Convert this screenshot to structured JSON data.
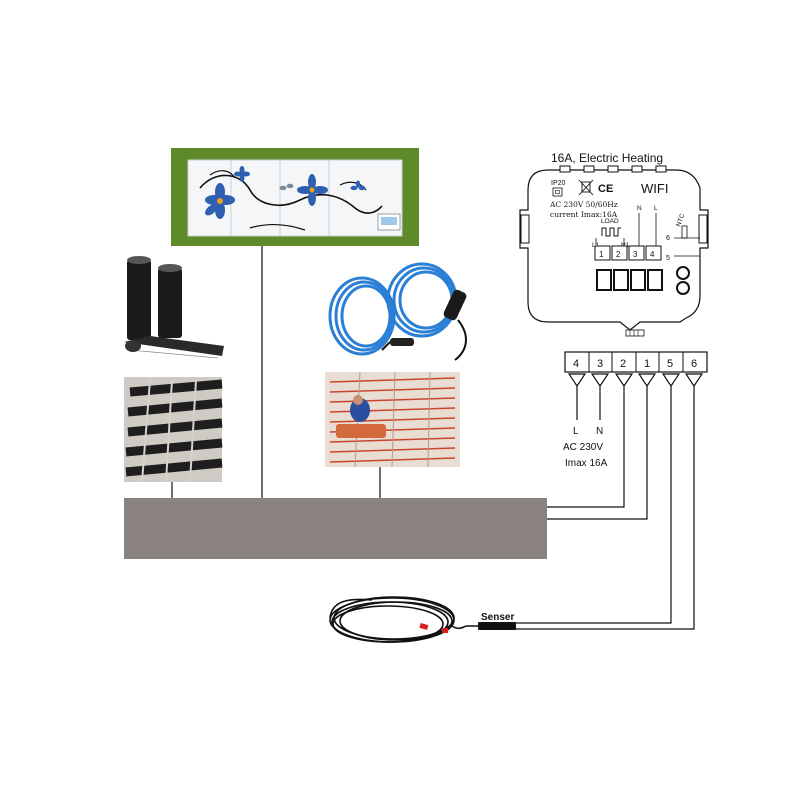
{
  "thermostat": {
    "title": "16A, Electric Heating",
    "ip_rating": "IP20",
    "wifi": "WIFI",
    "ce_mark": "CE",
    "spec_voltage": "AC 230V 50/60Hz",
    "spec_current": "current Imax:16A",
    "load_label": "LOAD",
    "l1": "L1",
    "n1": "N1",
    "n": "N",
    "l": "L",
    "ntc": "NTC",
    "right_6": "6",
    "right_5": "5",
    "internal_terminals": [
      "1",
      "2",
      "3",
      "4"
    ]
  },
  "terminal_block": {
    "labels": [
      "4",
      "3",
      "2",
      "1",
      "5",
      "6"
    ]
  },
  "power": {
    "l_label": "L",
    "n_label": "N",
    "voltage": "AC 230V",
    "current": "Imax 16A"
  },
  "sensor": {
    "label": "Senser"
  },
  "colors": {
    "panel_frame": "#5e8a2a",
    "panel_tile": "#f4f6f8",
    "flower": "#2f5fb0",
    "heating_bar": "#8a8281",
    "blue_cable": "#2b7fd4",
    "heating_film": "#1a1a1a",
    "floor_wire": "#c8452c"
  }
}
